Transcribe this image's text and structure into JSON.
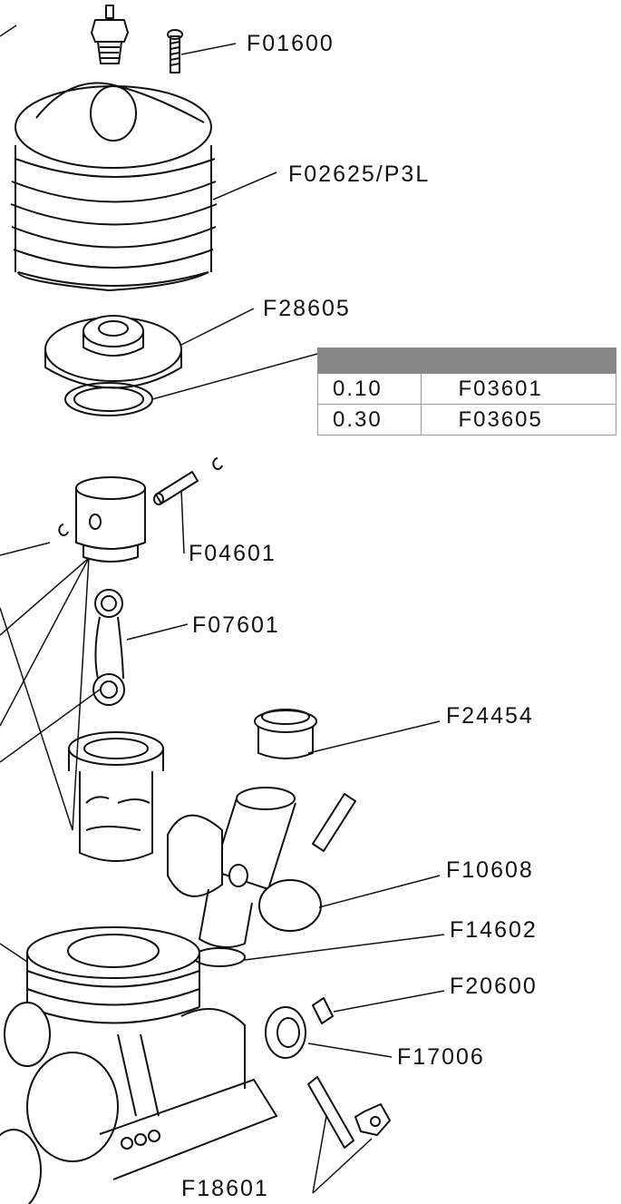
{
  "labels": {
    "glow_screw": "F01600",
    "head": "F02625/P3L",
    "button": "F28605",
    "pin": "F04601",
    "conrod": "F07601",
    "dust_cover": "F24454",
    "carb": "F10608",
    "oring": "F14602",
    "spacer": "F20600",
    "bearing": "F17006",
    "nipple": "F18601"
  },
  "shim_table": {
    "header": [
      "",
      ""
    ],
    "rows": [
      {
        "thickness": "0.10",
        "part": "F03601"
      },
      {
        "thickness": "0.30",
        "part": "F03605"
      }
    ]
  },
  "colors": {
    "ink": "#111111",
    "table_header": "#888888"
  }
}
